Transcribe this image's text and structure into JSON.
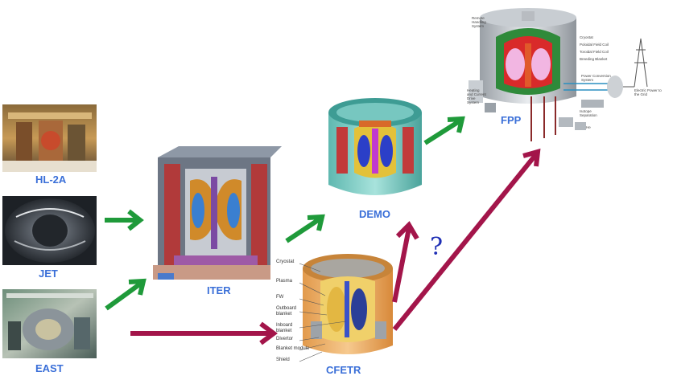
{
  "labels": {
    "hl2a": "HL-2A",
    "jet": "JET",
    "east": "EAST",
    "iter": "ITER",
    "demo": "DEMO",
    "cfetr": "CFETR",
    "fpp": "FPP",
    "question": "?"
  },
  "cfetr_parts": [
    "Cryostat",
    "Plasma",
    "FW",
    "Outboard blanket",
    "Inboard blanket",
    "Divertor",
    "Blanket module",
    "Shield"
  ],
  "fpp_parts": [
    "Remote Handling System",
    "Cryostat",
    "Poloidal Field Coil",
    "Toroidal Field Coil",
    "Breeding Blanket",
    "Heating and Current Drive System",
    "Power Conversion System",
    "Electric Power to the Grid",
    "Isotope Separation",
    "He"
  ],
  "colors": {
    "green_arrow": "#1f9a3a",
    "magenta_arrow": "#a3154a",
    "label_blue": "#3a6fd8",
    "question_blue": "#1f2fb5"
  }
}
